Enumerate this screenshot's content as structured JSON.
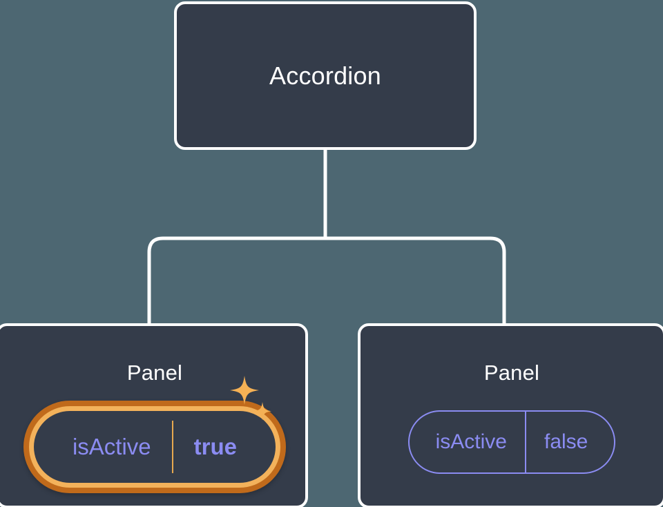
{
  "diagram": {
    "type": "component-tree",
    "background_color": "#4d6772",
    "card_fill_color": "#343c4a",
    "card_border_color": "#ffffff",
    "connector_color": "#ffffff",
    "accent_prop_color": "#8b8cf2",
    "highlight_outer_color": "#c06a1b",
    "highlight_inner_color": "#f3b25b",
    "sparkle_color": "#f5b155"
  },
  "root": {
    "label": "Accordion"
  },
  "children": [
    {
      "label": "Panel",
      "highlighted": true,
      "prop": {
        "key": "isActive",
        "value": "true",
        "value_bold": true
      },
      "sparkle_icons": [
        "sparkle-large-icon",
        "sparkle-small-icon"
      ]
    },
    {
      "label": "Panel",
      "highlighted": false,
      "prop": {
        "key": "isActive",
        "value": "false",
        "value_bold": false
      }
    }
  ]
}
